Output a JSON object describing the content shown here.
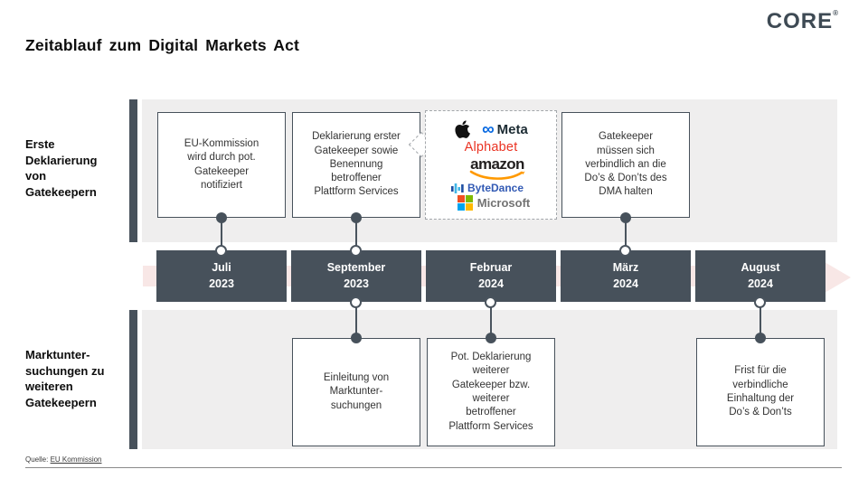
{
  "slide": {
    "title": "Zeitablauf zum Digital Markets Act",
    "brand": {
      "name": "CORE",
      "registered": "®"
    }
  },
  "sections": {
    "top": {
      "label": "Erste\nDeklarierung\nvon\nGatekeepern"
    },
    "bottom": {
      "label": "Marktunter-\nsuchungen zu\nweiteren\nGatekeepern"
    }
  },
  "events": [
    {
      "month": "Juli",
      "year": "2023",
      "top_note": "EU-Kommission\nwird durch pot.\nGatekeeper\nnotifiziert",
      "bottom_note": ""
    },
    {
      "month": "September",
      "year": "2023",
      "top_note": "Deklarierung erster\nGatekeeper sowie\nBenennung\nbetroffener\nPlattform Services",
      "bottom_note": "Einleitung von\nMarktunter-\nsuchungen"
    },
    {
      "month": "Februar",
      "year": "2024",
      "top_note": "",
      "bottom_note": "Pot. Deklarierung\nweiterer\nGatekeeper bzw.\nweiterer\nbetroffener\nPlattform Services"
    },
    {
      "month": "März",
      "year": "2024",
      "top_note": "Gatekeeper\nmüssen sich\nverbindlich an die\nDo’s & Don’ts des\nDMA halten",
      "bottom_note": ""
    },
    {
      "month": "August",
      "year": "2024",
      "top_note": "",
      "bottom_note": "Frist für die\nverbindliche\nEinhaltung der\nDo’s & Don’ts"
    }
  ],
  "gatekeeper_logos": {
    "apple": "Apple",
    "meta_symbol": "∞",
    "meta": "Meta",
    "alphabet": "Alphabet",
    "amazon": "amazon",
    "bytedance": "ByteDance",
    "microsoft": "Microsoft"
  },
  "footer": {
    "source_label": "Quelle:",
    "source_link": "EU Kommission"
  },
  "colors": {
    "dark_slate": "#47515B",
    "band_gray": "#EFEEEE",
    "arrow_pink": "#F8E7E6",
    "alphabet_red": "#EA3323",
    "amazon_orange": "#FF9900",
    "bytedance_blue": "#325AB4",
    "meta_blue": "#0668E1",
    "microsoft_gray": "#737373"
  }
}
